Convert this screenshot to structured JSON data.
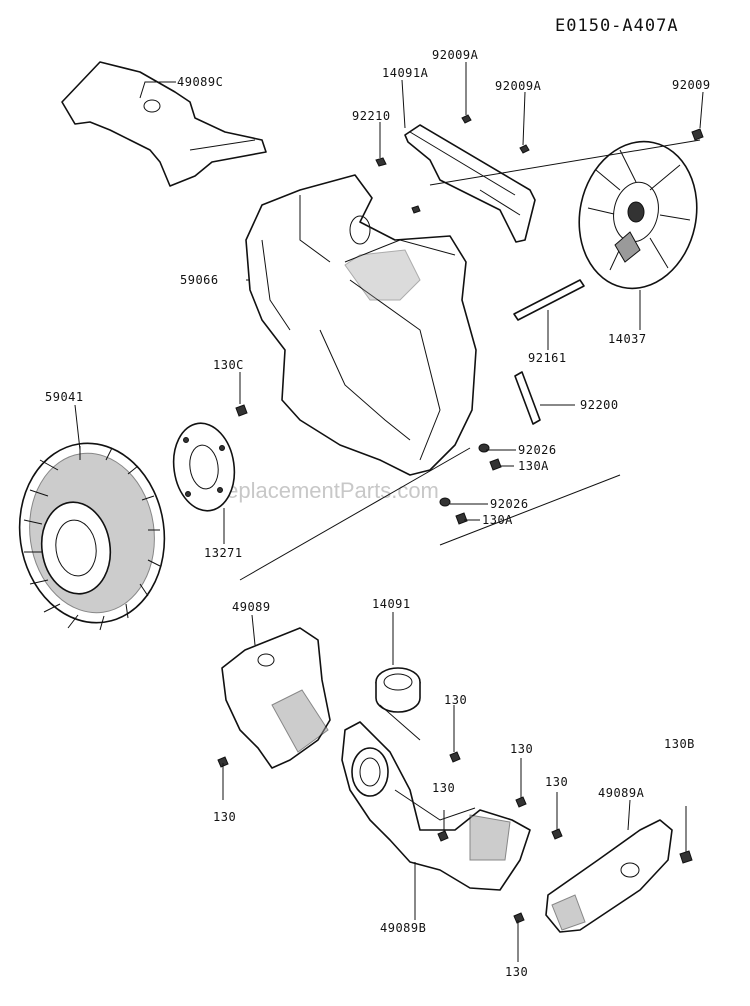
{
  "diagram": {
    "diagram_code": "E0150-A407A",
    "watermark": "eReplacementParts.com",
    "part_labels": {
      "p49089C": "49089C",
      "p14091A": "14091A",
      "p92009A_top": "92009A",
      "p92009A_mid": "92009A",
      "p92210": "92210",
      "p92009": "92009",
      "p59066": "59066",
      "p14037": "14037",
      "p92161": "92161",
      "p130C": "130C",
      "p59041": "59041",
      "p92200": "92200",
      "p92026_a": "92026",
      "p130A_a": "130A",
      "p92026_b": "92026",
      "p130A_b": "130A",
      "p13271": "13271",
      "p49089": "49089",
      "p14091": "14091",
      "p130_a": "130",
      "p130_b": "130",
      "p130_c": "130",
      "p130_d": "130",
      "p130_e": "130",
      "p130B": "130B",
      "p49089A": "49089A",
      "p49089B": "49089B",
      "p130_f": "130"
    }
  }
}
